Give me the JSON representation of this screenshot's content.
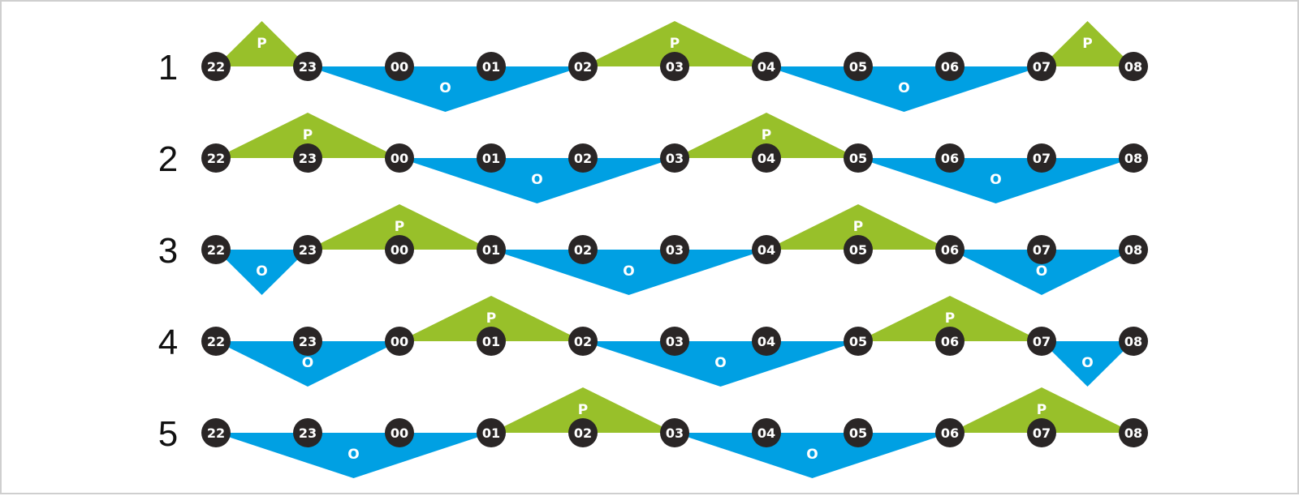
{
  "colors": {
    "green": "#98c02a",
    "blue": "#00a0e3",
    "node": "#2a2626",
    "node_text": "#ffffff"
  },
  "hours": [
    "22",
    "23",
    "00",
    "01",
    "02",
    "03",
    "04",
    "05",
    "06",
    "07",
    "08"
  ],
  "rows": [
    {
      "label": "1",
      "segments": [
        {
          "kind": "green",
          "from": 0,
          "to": 1,
          "label": "P"
        },
        {
          "kind": "blue",
          "from": 1,
          "to": 4,
          "label": "O"
        },
        {
          "kind": "green",
          "from": 4,
          "to": 6,
          "label": "P"
        },
        {
          "kind": "blue",
          "from": 6,
          "to": 9,
          "label": "O"
        },
        {
          "kind": "green",
          "from": 9,
          "to": 10,
          "label": "P"
        }
      ]
    },
    {
      "label": "2",
      "segments": [
        {
          "kind": "green",
          "from": 0,
          "to": 2,
          "label": "P"
        },
        {
          "kind": "blue",
          "from": 2,
          "to": 5,
          "label": "O"
        },
        {
          "kind": "green",
          "from": 5,
          "to": 7,
          "label": "P"
        },
        {
          "kind": "blue",
          "from": 7,
          "to": 10,
          "label": "O"
        }
      ]
    },
    {
      "label": "3",
      "segments": [
        {
          "kind": "blue",
          "from": 0,
          "to": 1,
          "label": "O"
        },
        {
          "kind": "green",
          "from": 1,
          "to": 3,
          "label": "P"
        },
        {
          "kind": "blue",
          "from": 3,
          "to": 6,
          "label": "O"
        },
        {
          "kind": "green",
          "from": 6,
          "to": 8,
          "label": "P"
        },
        {
          "kind": "blue",
          "from": 8,
          "to": 10,
          "label": "O"
        }
      ]
    },
    {
      "label": "4",
      "segments": [
        {
          "kind": "blue",
          "from": 0,
          "to": 2,
          "label": "O"
        },
        {
          "kind": "green",
          "from": 2,
          "to": 4,
          "label": "P"
        },
        {
          "kind": "blue",
          "from": 4,
          "to": 7,
          "label": "O"
        },
        {
          "kind": "green",
          "from": 7,
          "to": 9,
          "label": "P"
        },
        {
          "kind": "blue",
          "from": 9,
          "to": 10,
          "label": "O"
        }
      ]
    },
    {
      "label": "5",
      "segments": [
        {
          "kind": "blue",
          "from": 0,
          "to": 3,
          "label": "O"
        },
        {
          "kind": "green",
          "from": 3,
          "to": 5,
          "label": "P"
        },
        {
          "kind": "blue",
          "from": 5,
          "to": 8,
          "label": "O"
        },
        {
          "kind": "green",
          "from": 8,
          "to": 10,
          "label": "P"
        }
      ]
    }
  ]
}
